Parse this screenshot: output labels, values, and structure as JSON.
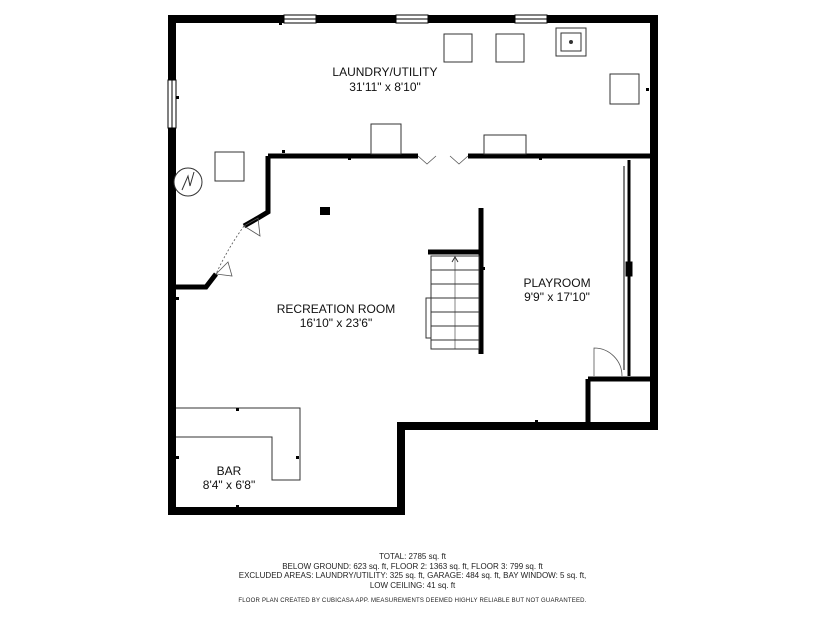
{
  "rooms": {
    "laundry": {
      "name": "LAUNDRY/UTILITY",
      "dims": "31'11\" x 8'10\""
    },
    "recreation": {
      "name": "RECREATION ROOM",
      "dims": "16'10\" x 23'6\""
    },
    "playroom": {
      "name": "PLAYROOM",
      "dims": "9'9\" x 17'10\""
    },
    "bar": {
      "name": "BAR",
      "dims": "8'4\" x 6'8\""
    }
  },
  "footer": {
    "total": "TOTAL: 2785 sq. ft",
    "below_ground": "BELOW GROUND: 623 sq. ft, FLOOR 2: 1363 sq. ft, FLOOR 3: 799 sq. ft",
    "excluded": "EXCLUDED AREAS: LAUNDRY/UTILITY: 325 sq. ft, GARAGE: 484 sq. ft, BAY WINDOW: 5 sq. ft,",
    "low_ceiling": "LOW CEILING: 41 sq. ft",
    "credit": "FLOOR PLAN CREATED BY CUBICASA APP. MEASUREMENTS DEEMED HIGHLY RELIABLE BUT NOT GUARANTEED."
  },
  "colors": {
    "wall": "#000000",
    "fixture": "#333333",
    "background": "#ffffff"
  }
}
